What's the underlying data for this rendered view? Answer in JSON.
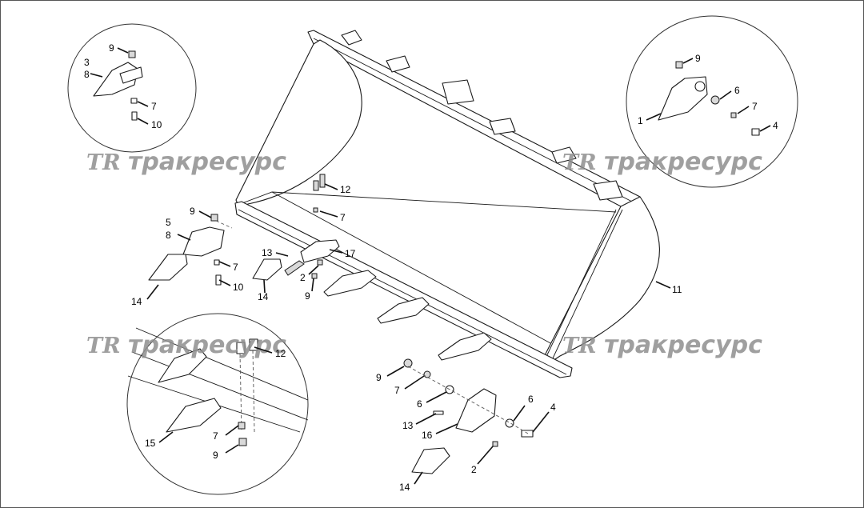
{
  "watermark": {
    "logo": "TR",
    "brand": "тракресурс"
  },
  "callouts": [
    {
      "id": "c-tl-9",
      "text": "9"
    },
    {
      "id": "c-tl-3",
      "text": "3"
    },
    {
      "id": "c-tl-8",
      "text": "8"
    },
    {
      "id": "c-tl-7",
      "text": "7"
    },
    {
      "id": "c-tl-10",
      "text": "10"
    },
    {
      "id": "c-tr-9",
      "text": "9"
    },
    {
      "id": "c-tr-6",
      "text": "6"
    },
    {
      "id": "c-tr-7",
      "text": "7"
    },
    {
      "id": "c-tr-1",
      "text": "1"
    },
    {
      "id": "c-tr-4",
      "text": "4"
    },
    {
      "id": "c-12",
      "text": "12"
    },
    {
      "id": "c-7a",
      "text": "7"
    },
    {
      "id": "c-9a",
      "text": "9"
    },
    {
      "id": "c-5",
      "text": "5"
    },
    {
      "id": "c-8",
      "text": "8"
    },
    {
      "id": "c-7b",
      "text": "7"
    },
    {
      "id": "c-10",
      "text": "10"
    },
    {
      "id": "c-14a",
      "text": "14"
    },
    {
      "id": "c-13a",
      "text": "13"
    },
    {
      "id": "c-17",
      "text": "17"
    },
    {
      "id": "c-2a",
      "text": "2"
    },
    {
      "id": "c-9b",
      "text": "9"
    },
    {
      "id": "c-14b",
      "text": "14"
    },
    {
      "id": "c-11",
      "text": "11"
    },
    {
      "id": "c-bl-12",
      "text": "12"
    },
    {
      "id": "c-bl-15",
      "text": "15"
    },
    {
      "id": "c-bl-7",
      "text": "7"
    },
    {
      "id": "c-bl-9",
      "text": "9"
    },
    {
      "id": "c-9c",
      "text": "9"
    },
    {
      "id": "c-7c",
      "text": "7"
    },
    {
      "id": "c-6a",
      "text": "6"
    },
    {
      "id": "c-13b",
      "text": "13"
    },
    {
      "id": "c-16",
      "text": "16"
    },
    {
      "id": "c-6b",
      "text": "6"
    },
    {
      "id": "c-4",
      "text": "4"
    },
    {
      "id": "c-2b",
      "text": "2"
    },
    {
      "id": "c-14c",
      "text": "14"
    }
  ]
}
